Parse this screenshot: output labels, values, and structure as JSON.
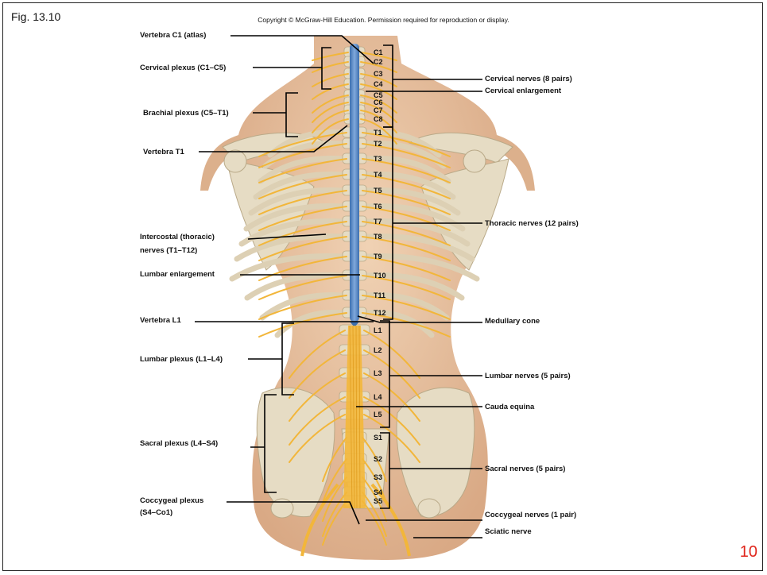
{
  "header": {
    "figure_label": "Fig. 13.10",
    "copyright": "Copyright © McGraw-Hill Education. Permission required for reproduction or display."
  },
  "page_number": "10",
  "left_labels": {
    "vertebra_c1": "Vertebra C1 (atlas)",
    "cervical_plexus": "Cervical plexus (C1–C5)",
    "brachial_plexus": "Brachial plexus (C5–T1)",
    "vertebra_t1": "Vertebra T1",
    "intercostal_1": "Intercostal (thoracic)",
    "intercostal_2": "nerves (T1–T12)",
    "lumbar_enlargement": "Lumbar enlargement",
    "vertebra_l1": "Vertebra L1",
    "lumbar_plexus": "Lumbar plexus (L1–L4)",
    "sacral_plexus": "Sacral plexus (L4–S4)",
    "coccygeal_plexus_1": "Coccygeal plexus",
    "coccygeal_plexus_2": "(S4–Co1)"
  },
  "right_labels": {
    "cervical_nerves": "Cervical nerves (8 pairs)",
    "cervical_enlargement": "Cervical enlargement",
    "thoracic_nerves": "Thoracic nerves (12 pairs)",
    "medullary_cone": "Medullary cone",
    "lumbar_nerves": "Lumbar nerves (5 pairs)",
    "cauda_equina": "Cauda equina",
    "sacral_nerves": "Sacral nerves (5 pairs)",
    "coccygeal_nerves": "Coccygeal nerves (1 pair)",
    "sciatic_nerve": "Sciatic nerve"
  },
  "segments": [
    "C1",
    "C2",
    "C3",
    "C4",
    "C5",
    "C6",
    "C7",
    "C8",
    "T1",
    "T2",
    "T3",
    "T4",
    "T5",
    "T6",
    "T7",
    "T8",
    "T9",
    "T10",
    "T11",
    "T12",
    "L1",
    "L2",
    "L3",
    "L4",
    "L5",
    "S1",
    "S2",
    "S3",
    "S4",
    "S5"
  ],
  "colors": {
    "skin": "#e9c7a6",
    "bone": "#e6dcc4",
    "nerve": "#f2b63a",
    "spinal_cord_blue": "#4a7fc0",
    "accent_red": "#e0261c"
  }
}
